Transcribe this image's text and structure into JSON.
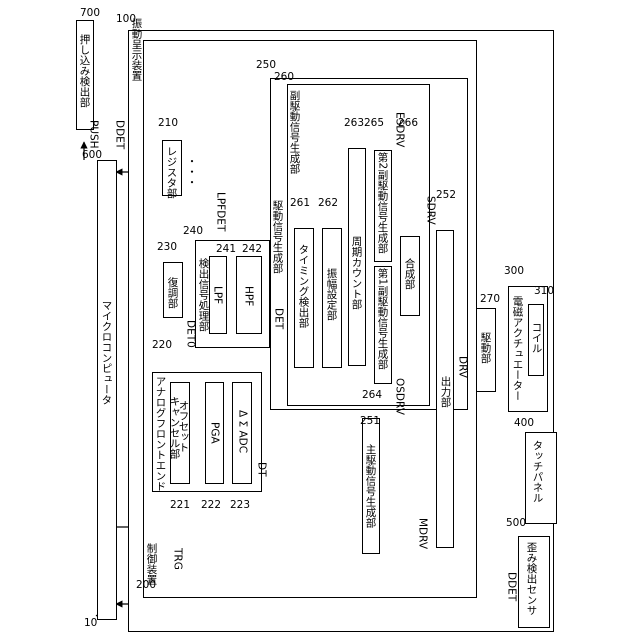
{
  "labels": {
    "outer_ref": "10",
    "push_detector": "押し込み検出部",
    "push_ref": "700",
    "display_device": "振動呈示装置",
    "display_ref": "100",
    "push_signal": "PUSH",
    "ddet_top": "DDET",
    "microcomputer": "マイクロコンピュータ",
    "micro_ref": "600",
    "control_device": "制御装置",
    "control_ref": "200",
    "register": "レジスタ部",
    "register_dots": "・・・",
    "register_ref": "210",
    "demod": "復調部",
    "demod_ref": "230",
    "det_proc": "検出信号処理部",
    "det_proc_ref": "240",
    "lpfdet": "LPFDET",
    "lpf": "LPF",
    "lpf_ref": "241",
    "hpf": "HPF",
    "hpf_ref": "242",
    "det0": "DET0",
    "afe": "アナログフロントエンド",
    "afe_ref": "220",
    "offset_line1": "オフセット",
    "offset_line2": "キャンセル部",
    "offset_ref": "221",
    "pga": "PGA",
    "pga_ref": "222",
    "adc": "Δ Σ ADC",
    "adc_ref": "223",
    "dt": "DT",
    "trg": "TRG",
    "drive_gen": "駆動信号生成部",
    "drive_gen_ref": "250",
    "sub_gen": "副駆動信号生成部",
    "sub_gen_ref": "260",
    "timing": "タイミング検出部",
    "timing_ref": "261",
    "amp_set": "振幅設定部",
    "amp_ref": "262",
    "period_count": "周期カウント部",
    "period_ref": "263",
    "sub2": "第2副駆動信号生成部",
    "sub2_ref": "265",
    "esdrv": "ESDRV",
    "esdrv_ref": "266",
    "sub1": "第1副駆動信号生成部",
    "sub1_ref": "264",
    "osdrv": "OSDRV",
    "combine": "合成部",
    "sdrv": "SDRV",
    "combine_ref": "252",
    "det": "DET",
    "main_gen": "主駆動信号生成部",
    "main_gen_ref": "251",
    "mdrv": "MDRV",
    "output": "出力部",
    "drv": "DRV",
    "driver": "駆動部",
    "driver_ref": "270",
    "actuator": "電磁アクチュエーター",
    "actuator_ref": "300",
    "coil": "コイル",
    "coil_ref": "310",
    "touch_panel": "タッチパネル",
    "touch_ref": "400",
    "strain_sensor": "歪み検出センサ",
    "strain_ref": "500",
    "ddet_bottom": "DDET"
  }
}
